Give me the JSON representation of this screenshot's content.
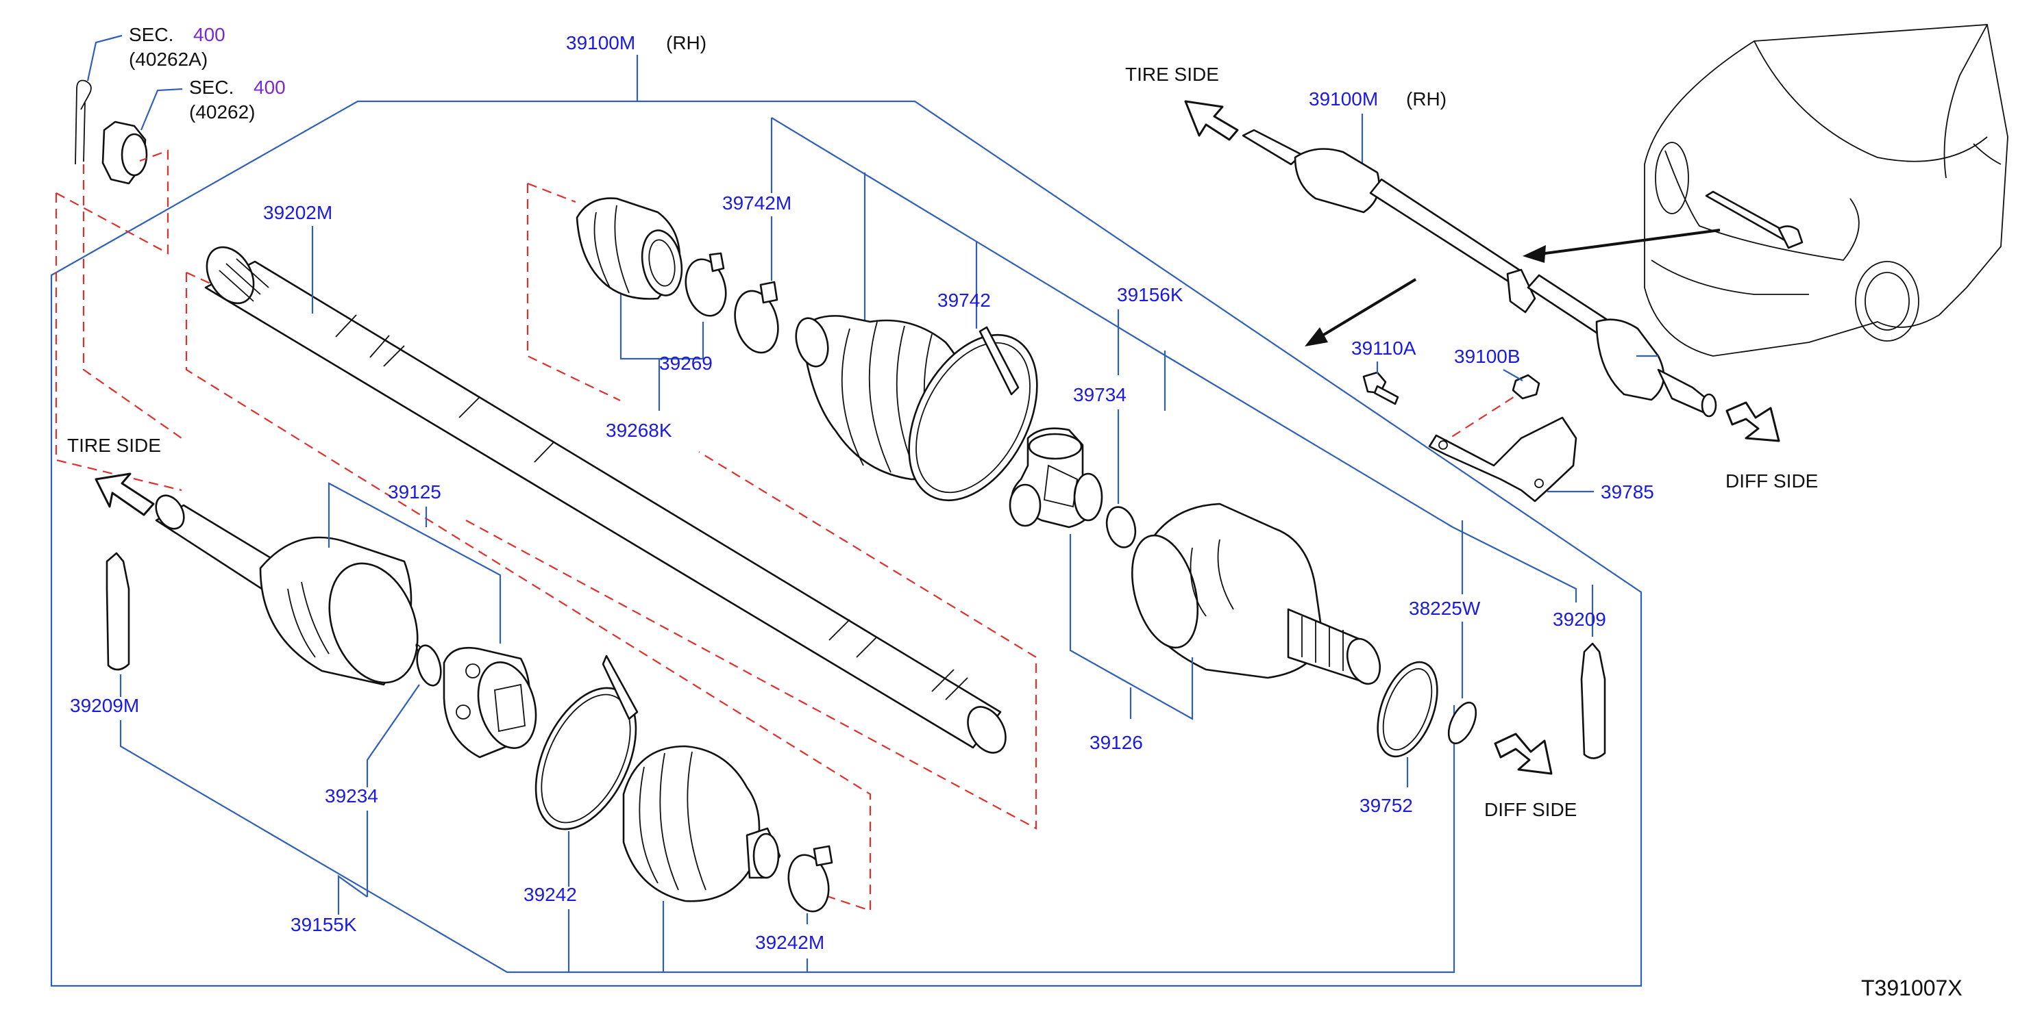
{
  "figure_code": "T391007X",
  "section_refs": [
    {
      "prefix": "SEC.",
      "number": "400",
      "sub": "(40262A)"
    },
    {
      "prefix": "SEC.",
      "number": "400",
      "sub": "(40262)"
    }
  ],
  "side_labels": {
    "tire_top": "TIRE   SIDE",
    "tire_left": "TIRE   SIDE",
    "diff_right": "DIFF   SIDE",
    "diff_mid": "DIFF   SIDE"
  },
  "assembly": {
    "part": "39100M",
    "side": "(RH)"
  },
  "inset_assembly": {
    "part": "39100M",
    "side": "(RH)"
  },
  "parts": {
    "p39202M": "39202M",
    "p39742M": "39742M",
    "p39742": "39742",
    "p39269": "39269",
    "p39268K": "39268K",
    "p39156K": "39156K",
    "p39734": "39734",
    "p39125": "39125",
    "p39110A": "39110A",
    "p39100B": "39100B",
    "p39785": "39785",
    "p38225W": "38225W",
    "p39209": "39209",
    "p39209M": "39209M",
    "p39234": "39234",
    "p39126": "39126",
    "p39752": "39752",
    "p39242": "39242",
    "p39155K": "39155K",
    "p39242M": "39242M"
  },
  "colors": {
    "part_number": "#1a1ae0",
    "section_number": "#7a28d6",
    "leader_line": "#2f5fb8",
    "dashed_guide": "#e0302c",
    "outline": "#111111"
  }
}
